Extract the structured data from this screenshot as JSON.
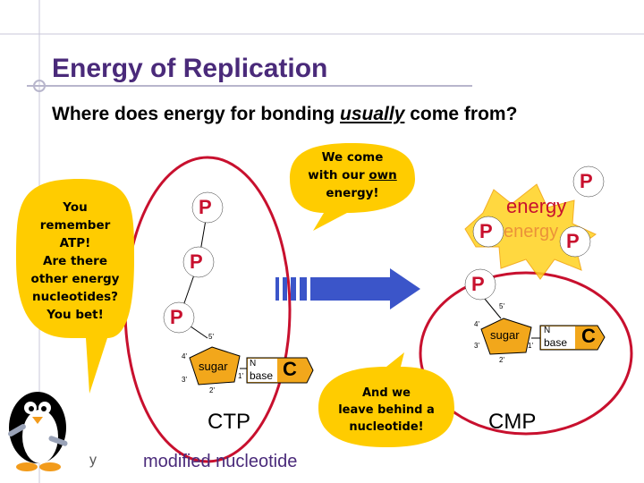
{
  "title": "Energy of Replication",
  "subtitle": {
    "before": "Where does energy for bonding ",
    "emphasis": "usually",
    "after": " come from?"
  },
  "bubble_left": {
    "line1": "You",
    "line2": "remember",
    "line3": "ATP!",
    "line4": "Are there",
    "line5": "other energy",
    "line6": "nucleotides?",
    "line7": "You bet!"
  },
  "bubble_top": {
    "line1": "We come",
    "line2_a": "with our ",
    "line2_b": "own",
    "line3": "energy!"
  },
  "bubble_bottom": {
    "line1": "And we",
    "line2": "leave behind a",
    "line3": "nucleotide!"
  },
  "left_molecule": {
    "phosphates": [
      "P",
      "P",
      "P"
    ],
    "sugar": "sugar",
    "base_top": "N",
    "base_bottom": "base",
    "base_letter": "C",
    "carbon_labels": [
      "5'",
      "4'",
      "3'",
      "2'",
      "1'"
    ],
    "name": "CTP"
  },
  "right_molecule": {
    "phosphate": "P",
    "sugar": "sugar",
    "base_top": "N",
    "base_bottom": "base",
    "base_letter": "C",
    "carbon_labels": [
      "5'",
      "4'",
      "3'",
      "2'",
      "1'"
    ],
    "name": "CMP"
  },
  "released": {
    "energy_label": "energy",
    "energy_ghost": "energy",
    "phosphates": [
      "P",
      "P",
      "P"
    ]
  },
  "caption": "modified nucleotide",
  "footer_fragment": "y",
  "colors": {
    "title": "#4a2a7a",
    "phosphate": "#c8102e",
    "sugar": "#f2a71b",
    "base": "#f2a71b",
    "ellipse": "#c8102e",
    "arrow": "#3b55c9",
    "bubble": "#ffcc00"
  }
}
